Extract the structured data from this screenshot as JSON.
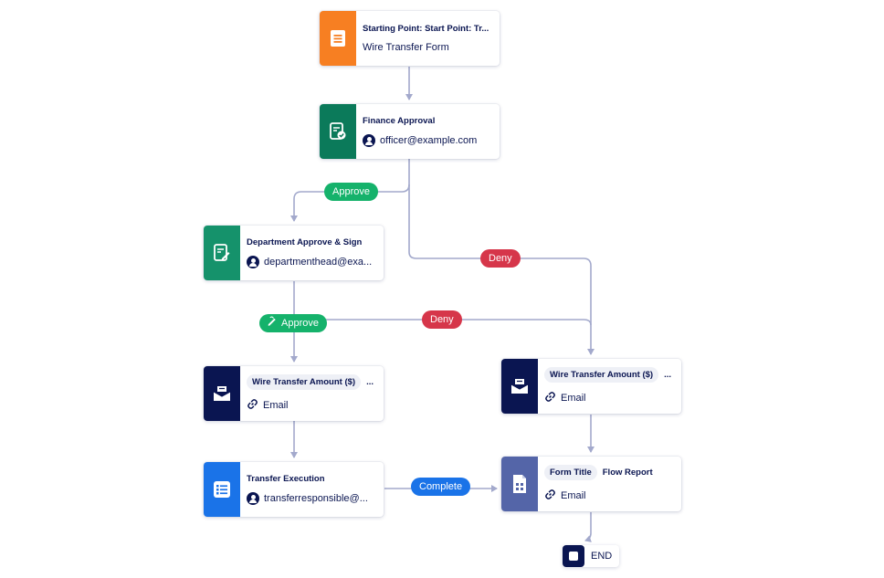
{
  "colors": {
    "orange": "#f77f22",
    "green_dark": "#0b7a5a",
    "green": "#15926b",
    "navy": "#0a1551",
    "blue": "#1a73e8",
    "slate": "#5465a8",
    "approve": "#15b26b",
    "deny": "#d6364a",
    "complete": "#1a73e8",
    "edge": "#a3a9cc"
  },
  "nodes": {
    "start": {
      "title": "Starting Point: Start Point: Tr...",
      "sub": "Wire Transfer Form",
      "icon": "form-icon"
    },
    "finance": {
      "title": "Finance Approval",
      "sub": "officer@example.com",
      "icon": "approval-icon"
    },
    "department": {
      "title": "Department Approve & Sign",
      "sub": "departmenthead@exa...",
      "icon": "sign-icon"
    },
    "email_left": {
      "tag": "Wire Transfer Amount ($)",
      "more": "...",
      "sub": "Email",
      "icon": "envelope-icon"
    },
    "email_right": {
      "tag": "Wire Transfer Amount ($)",
      "more": "...",
      "sub": "Email",
      "icon": "envelope-icon"
    },
    "transfer": {
      "title": "Transfer Execution",
      "sub": "transferresponsible@...",
      "icon": "list-icon"
    },
    "report": {
      "tag": "Form Title",
      "extra": "Flow Report",
      "sub": "Email",
      "icon": "report-icon"
    }
  },
  "badges": {
    "approve1": "Approve",
    "deny1": "Deny",
    "approve2": "Approve",
    "deny2": "Deny",
    "complete": "Complete"
  },
  "end": {
    "label": "END"
  }
}
